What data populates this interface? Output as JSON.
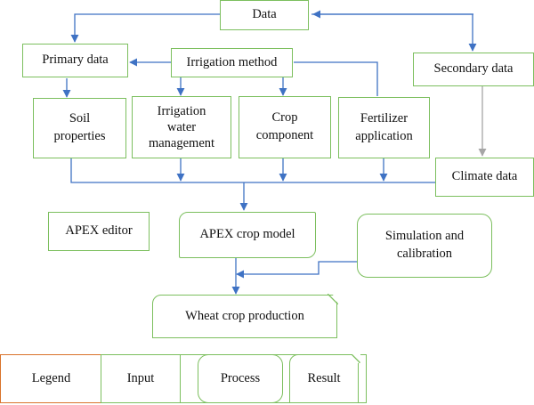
{
  "nodes": {
    "data": "Data",
    "primary_data": "Primary data",
    "irrigation_method": "Irrigation method",
    "secondary_data": "Secondary data",
    "soil_properties": [
      "Soil",
      "properties"
    ],
    "irrigation_water_management": [
      "Irrigation",
      "water",
      "management"
    ],
    "crop_component": [
      "Crop",
      "component"
    ],
    "fertilizer_application": [
      "Fertilizer",
      "application"
    ],
    "climate_data": "Climate data",
    "apex_editor": "APEX editor",
    "apex_crop_model": "APEX crop model",
    "simulation_calibration": [
      "Simulation and",
      "calibration"
    ],
    "wheat_crop_production": "Wheat crop production"
  },
  "legend": {
    "title": "Legend",
    "input": "Input",
    "process": "Process",
    "result": "Result"
  },
  "colors": {
    "node_border": "#7cbf5e",
    "arrow_blue": "#3f72c4",
    "arrow_gray": "#a6a6a6",
    "legend_border_orange": "#d9732b"
  }
}
